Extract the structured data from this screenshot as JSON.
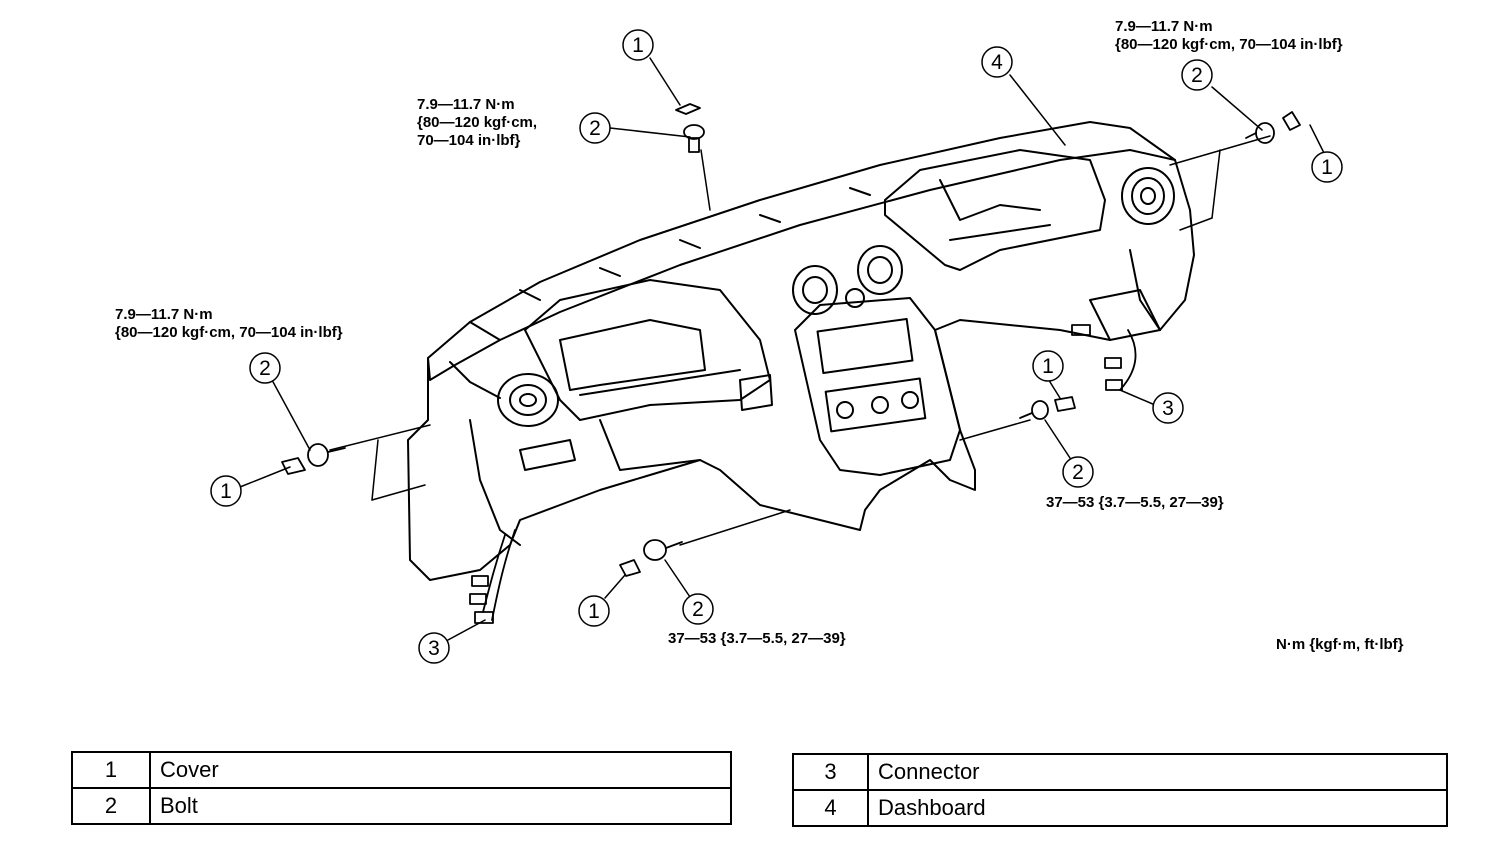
{
  "callouts": {
    "c1_top": "1",
    "c2_top": "2",
    "c4": "4",
    "c2_right": "2",
    "c1_right": "1",
    "c2_left": "2",
    "c1_left": "1",
    "c3_left": "3",
    "c1_bottom": "1",
    "c2_bottom": "2",
    "c1_mid": "1",
    "c2_mid": "2",
    "c3_right": "3"
  },
  "torque": {
    "top_center": [
      "7.9—11.7 N·m",
      "{80—120 kgf·cm,",
      "70—104 in·lbf}"
    ],
    "top_right": [
      "7.9—11.7 N·m",
      "{80—120 kgf·cm, 70—104 in·lbf}"
    ],
    "left": [
      "7.9—11.7 N·m",
      "{80—120 kgf·cm, 70—104 in·lbf}"
    ],
    "bottom_center": "37—53 {3.7—5.5, 27—39}",
    "right_mid": "37—53 {3.7—5.5, 27—39}",
    "units": "N·m {kgf·m, ft·lbf}"
  },
  "legend": {
    "left": [
      {
        "num": "1",
        "name": "Cover"
      },
      {
        "num": "2",
        "name": "Bolt"
      }
    ],
    "right": [
      {
        "num": "3",
        "name": "Connector"
      },
      {
        "num": "4",
        "name": "Dashboard"
      }
    ]
  }
}
